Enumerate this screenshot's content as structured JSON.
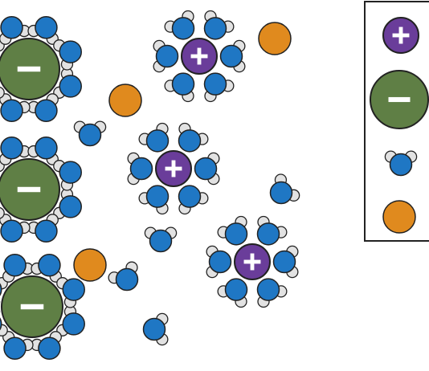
{
  "diagram": {
    "description_free": true,
    "colors": {
      "cation": "#6a3d9a",
      "anion": "#5f7f45",
      "water_oxygen": "#1f77c4",
      "water_hydrogen": "#e2e2e2",
      "neutral_particle": "#e08a1e",
      "outline": "#222222",
      "legend_border": "#222222"
    },
    "cation_sign": "+",
    "anion_sign": "−",
    "legend": {
      "items": [
        {
          "kind": "cation",
          "label": "+"
        },
        {
          "kind": "anion",
          "label": "−"
        },
        {
          "kind": "water",
          "label": ""
        },
        {
          "kind": "neutral",
          "label": ""
        }
      ]
    },
    "icons": {
      "cation": "cation-icon",
      "anion": "anion-icon",
      "water": "water-molecule-icon",
      "neutral": "neutral-particle-icon"
    }
  }
}
